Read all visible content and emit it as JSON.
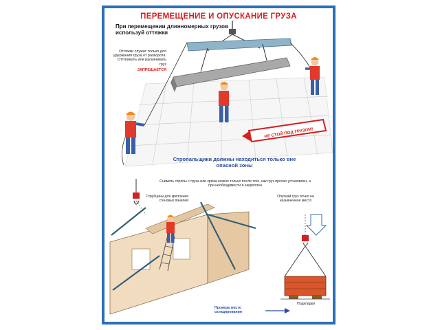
{
  "poster": {
    "title": "ПЕРЕМЕЩЕНИЕ И ОПУСКАНИЕ ГРУЗА",
    "subtitle": "При перемещении длинномерных грузов используй оттяжки",
    "note_text": "Оттяжки служат только для удержания груза от разворота. Оттягивать или раскачивать груз",
    "note_forbidden": "ЗАПРЕЩАЕТСЯ",
    "sign_text": "НЕ СТОЙ ПОД ГРУЗОМ!",
    "zone_text": "Стропальщики должны находиться только вне опасной зоны",
    "remove_slings_text": "Снимать стропы с груза или крюка можно только после того, как груз прочно установлен, а при необходимости и закреплен",
    "struts_text": "Струбцины для крепления стеновых панелей",
    "lower_text": "Опускай груз точно на назначенное место",
    "pads_text": "Подкладки",
    "check_text": "Проверь место складирования"
  },
  "colors": {
    "border": "#2b6fb7",
    "accent_red": "#d32020",
    "accent_blue": "#2b4d9c",
    "beam": "#8fb4c8",
    "worker_vest": "#e23a2a",
    "worker_pants": "#3a5fa8",
    "helmet": "#f08a1e",
    "panel": "#f2dcc0",
    "crate": "#d8562a"
  }
}
